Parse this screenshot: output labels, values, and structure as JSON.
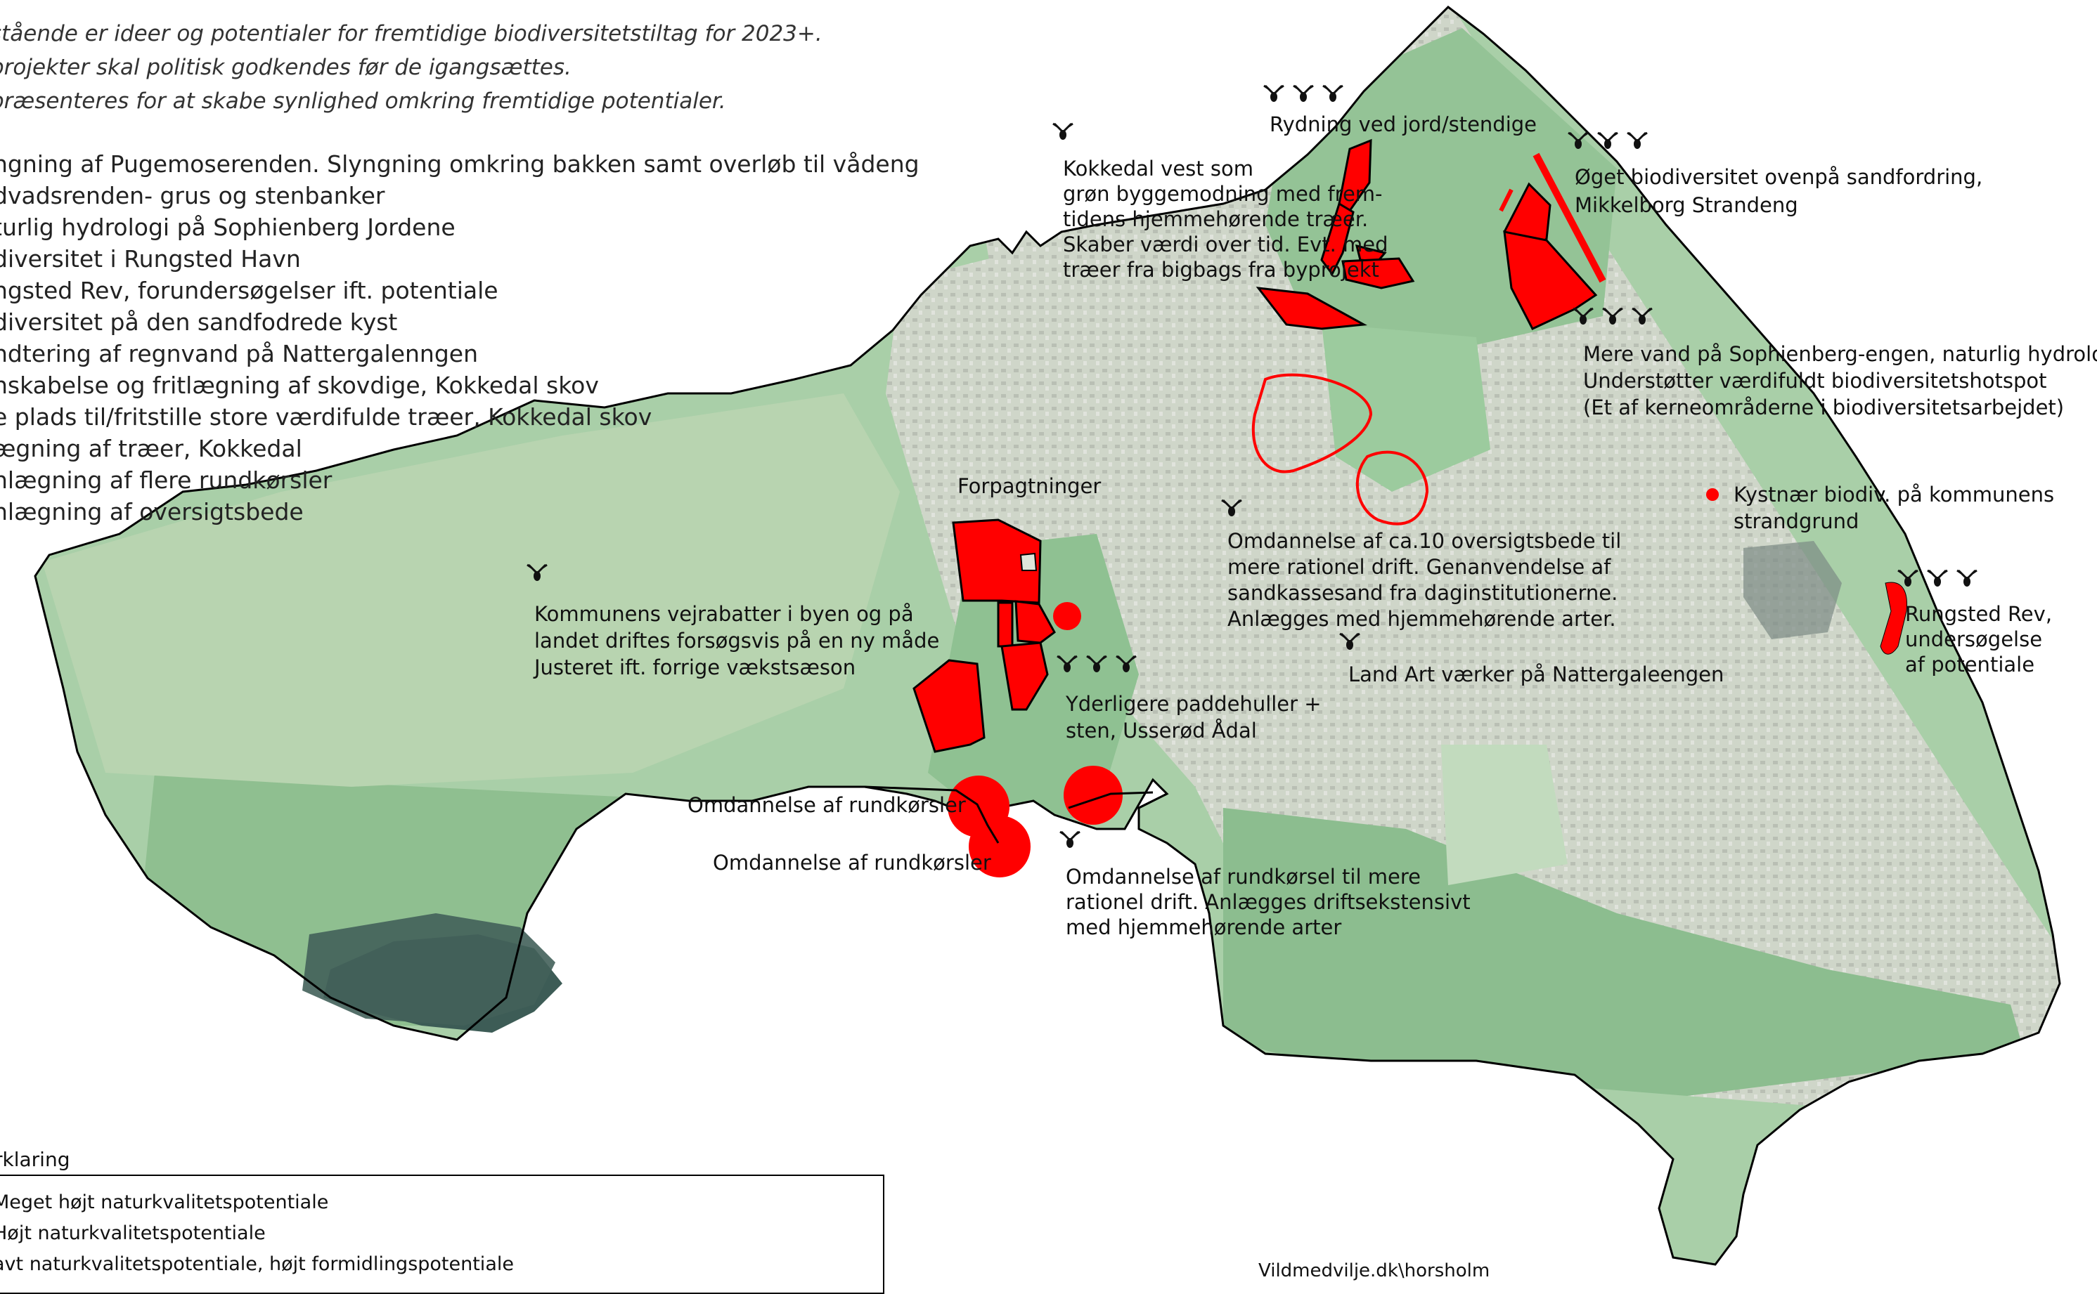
{
  "intro": [
    "stående er ideer og potentialer for fremtidige biodiversitetstiltag for 2023+.",
    "projekter skal politisk godkendes før de igangsættes.",
    "præsenteres for at skabe synlighed omkring fremtidige potentialer."
  ],
  "projects": [
    "ngning af Pugemoserenden. Slyngning omkring bakken samt overløb til vådeng",
    "dvadsrenden- grus og stenbanker",
    "turlig hydrologi på Sophienberg Jordene",
    "diversitet i Rungsted Havn",
    "ngsted Rev, forundersøgelser ift. potentiale",
    "diversitet på den sandfodrede kyst",
    "ndtering af regnvand på Nattergalenngen",
    "nskabelse og fritlægning af skovdige, Kokkedal skov",
    "e plads til/fritstille store værdifulde træer, Kokkedal skov",
    "ægning af træer, Kokkedal",
    "nlægning af flere rundkørsler",
    "nlægning af oversigtsbede"
  ],
  "labels": {
    "rydning": "Rydning ved jord/stendige",
    "kokkedal_vest": [
      "Kokkedal vest som",
      "grøn byggemodning med frem-",
      "tidens hjemmehørende træer.",
      "Skaber værdi over tid. Evt. med",
      "træer fra bigbags fra byprojekt"
    ],
    "sandfordring": [
      "Øget biodiversitet ovenpå sandfordring,",
      "Mikkelborg Strandeng"
    ],
    "sophienberg": [
      "Mere vand på Sophienberg-engen, naturlig hydrologi.",
      "Understøtter værdifuldt biodiversitetshotspot",
      "(Et af kerneområderne i biodiversitetsarbejdet)"
    ],
    "kystnaer": [
      "Kystnær biodiv. på kommunens",
      "strandgrund"
    ],
    "rungsted_rev": [
      "Rungsted Rev,",
      "undersøgelse",
      "af potentiale"
    ],
    "forpagtninger": "Forpagtninger",
    "oversigtsbede": [
      "Omdannelse af ca.10 oversigtsbede til",
      "mere rationel drift. Genanvendelse af",
      "sandkassesand fra daginstitutionerne.",
      "Anlægges med hjemmehørende arter."
    ],
    "vejrabatter": [
      "Kommunens vejrabatter i byen og på",
      "landet driftes forsøgsvis på en ny måde",
      "Justeret ift. forrige vækstsæson"
    ],
    "land_art": "Land Art værker på Nattergaleengen",
    "paddehuller": [
      "Yderligere paddehuller +",
      "sten, Usserød Ådal"
    ],
    "rundkorsler_1": "Omdannelse af rundkørsler",
    "rundkorsler_2": "Omdannelse af rundkørsler",
    "rundkorsel_drift": [
      "Omdannelse af rundkørsel til mere",
      "rationel drift. Anlægges driftsekstensivt",
      "med hjemmehørende arter"
    ]
  },
  "legend": {
    "title": "rklaring",
    "items": [
      "Meget højt naturkvalitetspotentiale",
      "Højt naturkvalitetspotentiale",
      "avt naturkvalitetspotentiale, højt formidlingspotentiale"
    ]
  },
  "source": "Vildmedvilje.dk\\horsholm",
  "colors": {
    "forest": "#9cc79e",
    "forest_dark": "#6fa978",
    "urban": "#c9d1c4",
    "water": "#3f5a55",
    "project_red": "#ff0000",
    "outline": "#000000"
  }
}
